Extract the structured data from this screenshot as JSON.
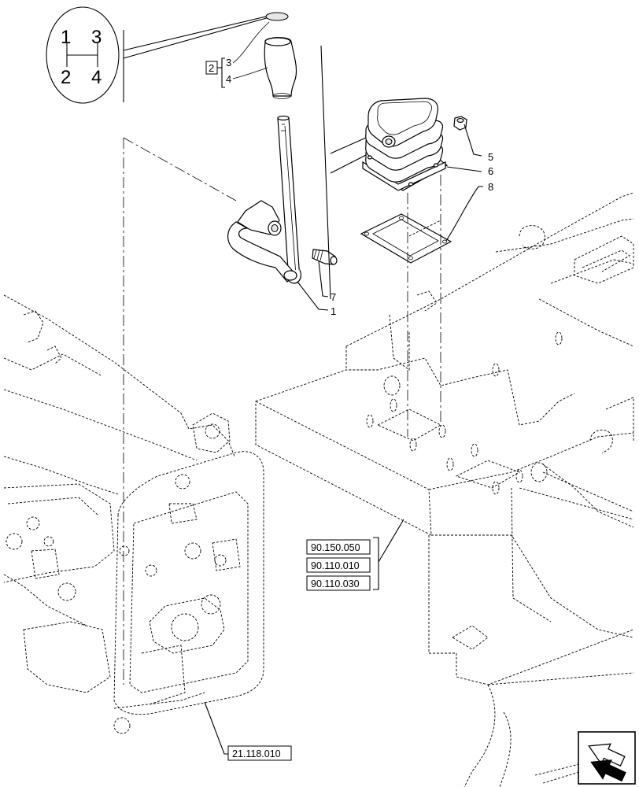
{
  "gear_pattern": {
    "top_left": "1",
    "top_right": "3",
    "bottom_left": "2",
    "bottom_right": "4"
  },
  "kit_reference": "2",
  "callouts": {
    "c1": "1",
    "c3": "3",
    "c4": "4",
    "c5": "5",
    "c6": "6",
    "c7": "7",
    "c8": "8"
  },
  "references": {
    "r1": "90.150.050",
    "r2": "90.110.010",
    "r3": "90.110.030",
    "r4": "21.118.010"
  },
  "nav": {
    "icon": "next-page-arrow-icon"
  }
}
